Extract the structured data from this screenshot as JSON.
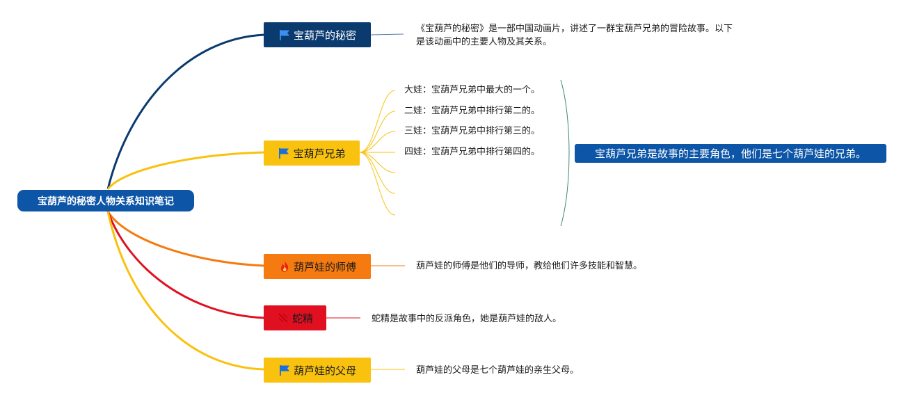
{
  "root": {
    "label": "宝葫芦的秘密人物关系知识笔记"
  },
  "branches": [
    {
      "label": "宝葫芦的秘密",
      "icon": "flag-icon",
      "color": "#0a3a6e",
      "note": [
        "《宝葫芦的秘密》是一部中国动画片，讲述了一群宝葫芦兄弟的冒险故事。以下",
        "是该动画中的主要人物及其关系。"
      ]
    },
    {
      "label": "宝葫芦兄弟",
      "icon": "flag-icon",
      "color": "#f9c20f",
      "children": [
        "大娃：宝葫芦兄弟中最大的一个。",
        "二娃：宝葫芦兄弟中排行第二的。",
        "三娃：宝葫芦兄弟中排行第三的。",
        "四娃：宝葫芦兄弟中排行第四的。"
      ],
      "summary": "宝葫芦兄弟是故事的主要角色，他们是七个葫芦娃的兄弟。"
    },
    {
      "label": "葫芦娃的师傅",
      "icon": "fire-icon",
      "color": "#f57a10",
      "note": [
        "葫芦娃的师傅是他们的导师，教给他们许多技能和智慧。"
      ]
    },
    {
      "label": "蛇精",
      "icon": "crossed-out-icon",
      "color": "#e01020",
      "note": [
        "蛇精是故事中的反派角色，她是葫芦娃的敌人。"
      ]
    },
    {
      "label": "葫芦娃的父母",
      "icon": "flag-icon",
      "color": "#f9c20f",
      "note": [
        "葫芦娃的父母是七个葫芦娃的亲生父母。"
      ]
    }
  ]
}
